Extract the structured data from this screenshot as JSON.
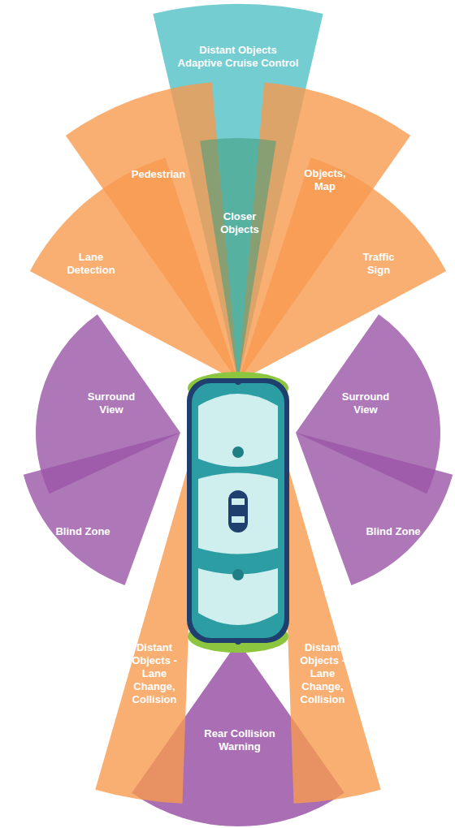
{
  "diagram": {
    "nodes": [
      {
        "text": [
          "Distant Objects Adaptive Cruise Control"
        ]
      },
      {
        "text": [
          "Pedestrian"
        ]
      },
      {
        "text": [
          "Objects, Map"
        ]
      },
      {
        "text": [
          "Closer Objects"
        ]
      },
      {
        "text": [
          "Lane Detection"
        ]
      },
      {
        "text": [
          "Traffic Sign"
        ]
      },
      {
        "text": [
          "Surround View"
        ]
      },
      {
        "text": [
          "Surround View"
        ]
      },
      {
        "text": [
          "Blind Zone"
        ]
      },
      {
        "text": [
          "Blind Zone"
        ]
      },
      {
        "text": [
          "Distant Objects - Lane Change, Collision"
        ]
      },
      {
        "text": [
          "Distant Objects - Lane Change, Collision"
        ]
      },
      {
        "text": [
          "Rear Collision Warning"
        ]
      }
    ]
  }
}
